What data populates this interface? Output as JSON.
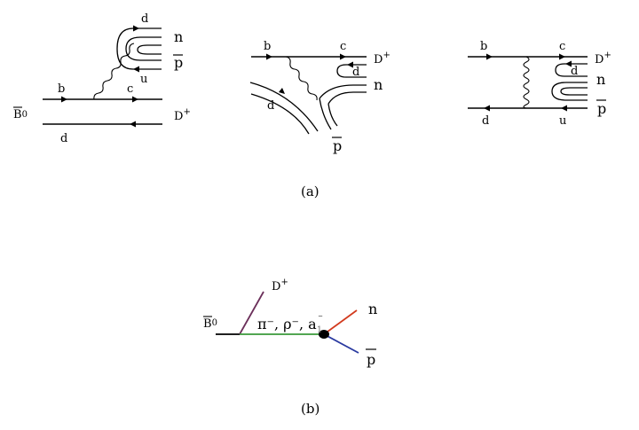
{
  "diagram_a": {
    "caption": "(a)",
    "left": {
      "b": "b",
      "c": "c",
      "d_top": "d",
      "d_bottom": "d",
      "u": "u",
      "n": "n",
      "pbar": "p",
      "B0": "B",
      "B0_sup": "0",
      "Dplus": "D",
      "Dplus_sup": "+"
    },
    "middle": {
      "b": "b",
      "c": "c",
      "d_inner": "d",
      "d_lower": "d",
      "n": "n",
      "pbar": "p",
      "Dplus": "D",
      "Dplus_sup": "+"
    },
    "right": {
      "b": "b",
      "c": "c",
      "d_inner": "d",
      "d_lower": "d",
      "u": "u",
      "n": "n",
      "pbar": "p",
      "Dplus": "D",
      "Dplus_sup": "+"
    }
  },
  "diagram_b": {
    "caption": "(b)",
    "B0": "B",
    "B0_sup": "0",
    "Dplus": "D",
    "Dplus_sup": "+",
    "exchange": "π⁻, ρ⁻, a",
    "exchange_sub": "1",
    "exchange_sup": "⁻",
    "n": "n",
    "pbar": "p",
    "colors": {
      "Dplus_line": "#6b2f5a",
      "exchange_line": "#3a9a3a",
      "n_line": "#d23a1e",
      "pbar_line": "#2a3aa0",
      "B_line": "#000000",
      "vertex": "#000000"
    }
  }
}
